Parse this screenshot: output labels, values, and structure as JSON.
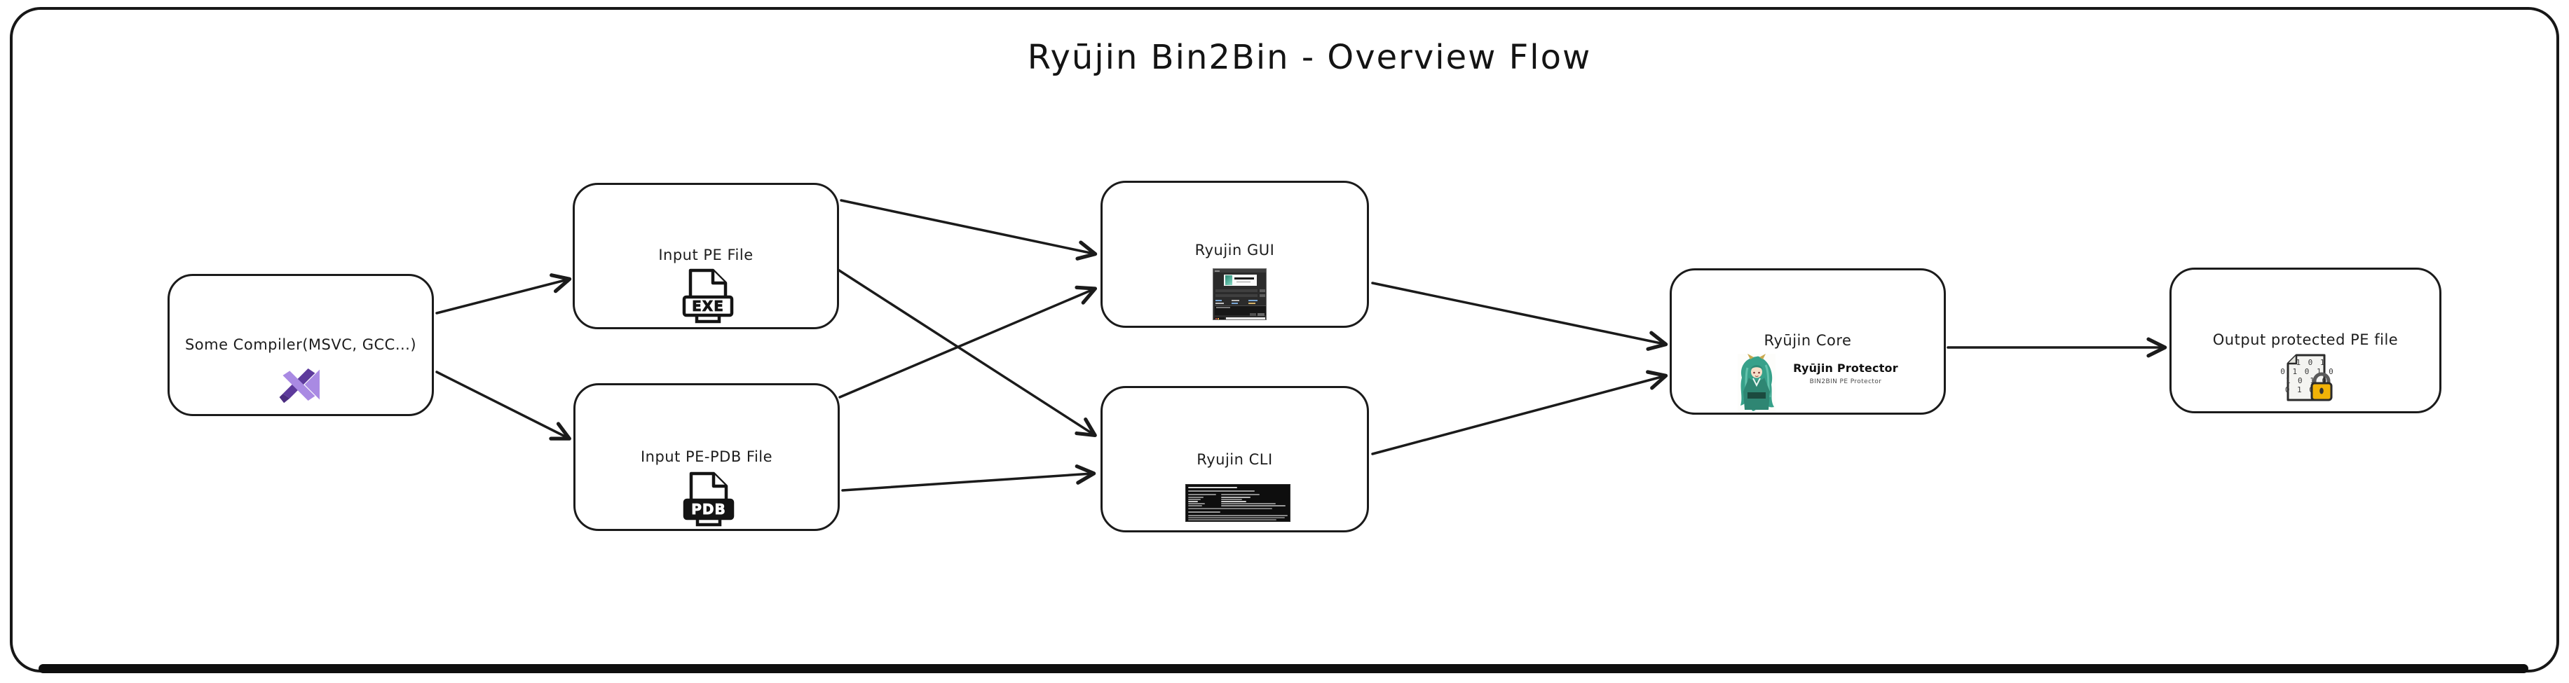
{
  "title": "Ryūjin Bin2Bin - Overview Flow",
  "nodes": {
    "compiler": {
      "label": "Some Compiler(MSVC, GCC...)",
      "icon": "visual-studio-icon"
    },
    "input_pe": {
      "label": "Input PE File",
      "icon": "exe-file-icon",
      "icon_text": "EXE"
    },
    "input_pdb": {
      "label": "Input PE-PDB File",
      "icon": "pdb-file-icon",
      "icon_text": "PDB"
    },
    "gui": {
      "label": "Ryujin GUI",
      "icon": "gui-window-screenshot"
    },
    "cli": {
      "label": "Ryujin CLI",
      "icon": "cli-terminal-screenshot"
    },
    "core": {
      "label": "Ryūjin Core",
      "icon": "ryujin-mascot-image",
      "brand_title": "Ryūjin Protector",
      "brand_subtitle": "BIN2BIN PE Protector"
    },
    "output": {
      "label": "Output protected PE file",
      "icon": "protected-binary-file-icon",
      "binary_rows": [
        "1 0 1",
        "0 1 0 1 0",
        "1 0 1 0",
        "0 1 0 1"
      ]
    }
  },
  "edges": [
    {
      "from": "compiler",
      "to": "input_pe"
    },
    {
      "from": "compiler",
      "to": "input_pdb"
    },
    {
      "from": "input_pe",
      "to": "gui"
    },
    {
      "from": "input_pe",
      "to": "cli"
    },
    {
      "from": "input_pdb",
      "to": "gui"
    },
    {
      "from": "input_pdb",
      "to": "cli"
    },
    {
      "from": "gui",
      "to": "core"
    },
    {
      "from": "cli",
      "to": "core"
    },
    {
      "from": "core",
      "to": "output"
    }
  ],
  "colors": {
    "stroke": "#1b1b1b",
    "background": "#ffffff",
    "vs_purple_dark": "#5d3a9c",
    "vs_purple_light": "#a98ae3",
    "lock_yellow": "#f2b307",
    "terminal_bg": "#0e0e0e",
    "mascot_teal": "#37a18a"
  }
}
